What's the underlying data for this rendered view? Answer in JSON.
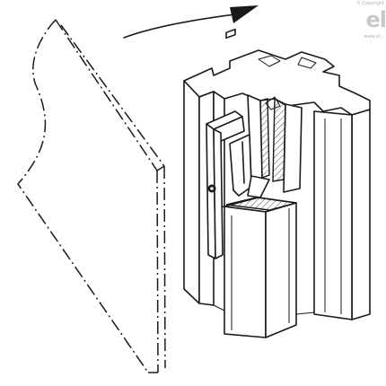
{
  "watermark": {
    "copyright_text": "© Copyright",
    "logo_text": "el",
    "url_text": "www.el..."
  },
  "figure": {
    "icons": [
      "rotation-arrow-icon",
      "profile-icon",
      "clip-icon",
      "panel-icon"
    ]
  }
}
